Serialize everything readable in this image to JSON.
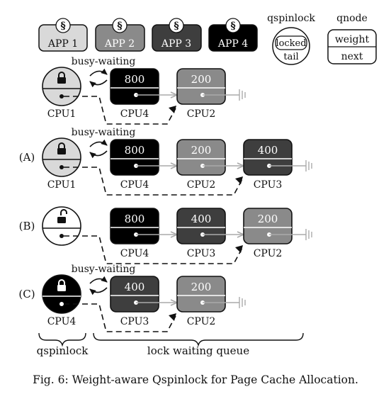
{
  "legend": {
    "apps": [
      {
        "label": "APP 1",
        "fill": "#d9d9d9",
        "text_color": "#111111"
      },
      {
        "label": "APP 2",
        "fill": "#8a8a8a",
        "text_color": "#ffffff"
      },
      {
        "label": "APP 3",
        "fill": "#3e3e3e",
        "text_color": "#ffffff"
      },
      {
        "label": "APP 4",
        "fill": "#000000",
        "text_color": "#ffffff"
      }
    ],
    "qspinlock": {
      "title": "qspinlock",
      "top": "locked",
      "bottom": "tail"
    },
    "qnode": {
      "title": "qnode",
      "top": "weight",
      "bottom": "next"
    }
  },
  "rows": {
    "r0": {
      "label": "",
      "lock": {
        "cpu": "CPU1",
        "state": "locked",
        "fill": "#d9d9d9"
      },
      "busy_label": "busy-waiting",
      "nodes": [
        {
          "weight": "800",
          "cpu": "CPU4",
          "fill": "#000000"
        },
        {
          "weight": "200",
          "cpu": "CPU2",
          "fill": "#8a8a8a"
        }
      ]
    },
    "rA": {
      "label": "(A)",
      "lock": {
        "cpu": "CPU1",
        "state": "locked",
        "fill": "#d9d9d9"
      },
      "busy_label": "busy-waiting",
      "nodes": [
        {
          "weight": "800",
          "cpu": "CPU4",
          "fill": "#000000"
        },
        {
          "weight": "200",
          "cpu": "CPU2",
          "fill": "#8a8a8a"
        },
        {
          "weight": "400",
          "cpu": "CPU3",
          "fill": "#3e3e3e"
        }
      ]
    },
    "rB": {
      "label": "(B)",
      "lock": {
        "cpu": "",
        "state": "unlocked",
        "fill": "#ffffff"
      },
      "busy_label": "",
      "nodes": [
        {
          "weight": "800",
          "cpu": "CPU4",
          "fill": "#000000"
        },
        {
          "weight": "400",
          "cpu": "CPU3",
          "fill": "#3e3e3e"
        },
        {
          "weight": "200",
          "cpu": "CPU2",
          "fill": "#8a8a8a"
        }
      ]
    },
    "rC": {
      "label": "(C)",
      "lock": {
        "cpu": "CPU4",
        "state": "locked",
        "fill": "#000000"
      },
      "busy_label": "busy-waiting",
      "nodes": [
        {
          "weight": "400",
          "cpu": "CPU3",
          "fill": "#3e3e3e"
        },
        {
          "weight": "200",
          "cpu": "CPU2",
          "fill": "#8a8a8a"
        }
      ]
    }
  },
  "braces": {
    "left": "qspinlock",
    "right": "lock waiting queue"
  },
  "caption": "Fig. 6: Weight-aware Qspinlock for Page Cache Allocation."
}
